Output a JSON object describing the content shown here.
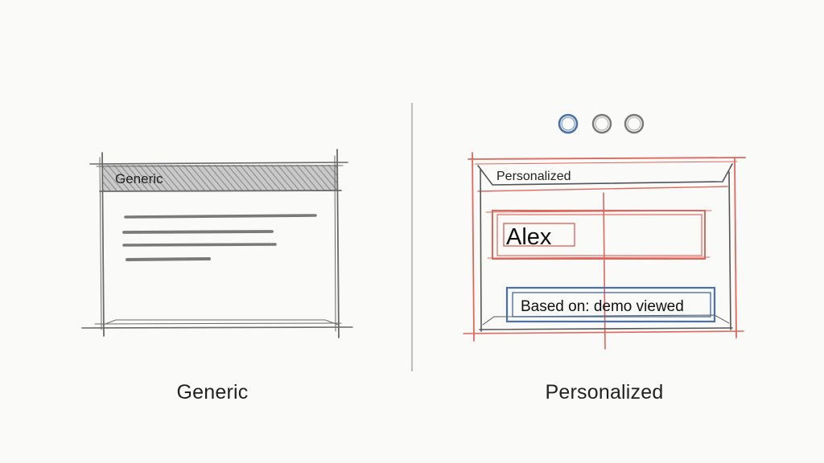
{
  "left_panel": {
    "window_header": "Generic",
    "caption": "Generic"
  },
  "right_panel": {
    "window_header": "Personalized",
    "name_field": "Alex",
    "basis_label": "Based on: demo viewed",
    "caption": "Personalized"
  },
  "colors": {
    "pencil": "#555555",
    "red_pencil": "#e0675c",
    "blue_pencil": "#4a72a8"
  }
}
